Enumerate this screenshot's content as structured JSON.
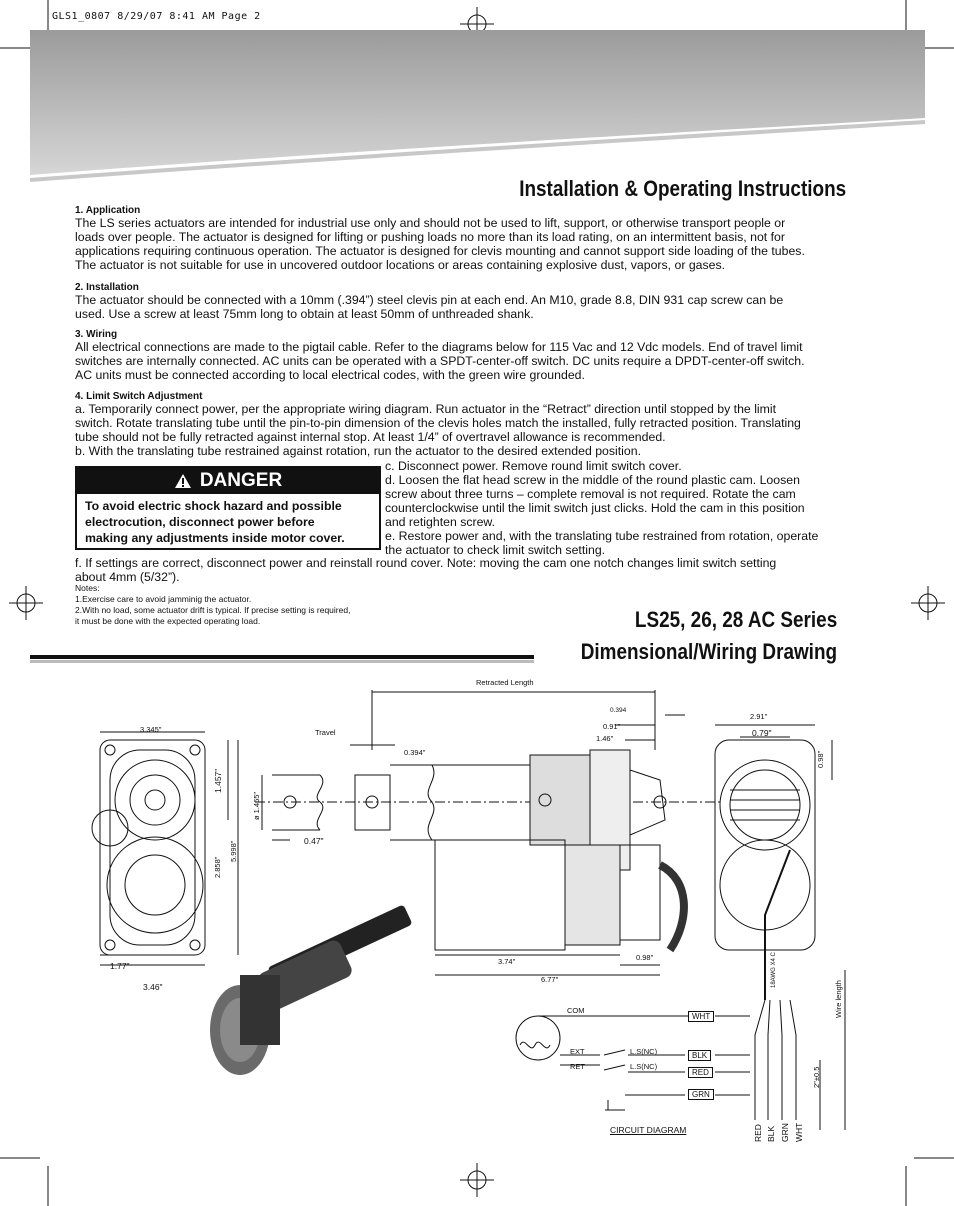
{
  "slug": "GLS1_0807  8/29/07  8:41 AM  Page 2",
  "title_main": "Installation & Operating Instructions",
  "sections": [
    {
      "heading": "1.  Application",
      "lines": [
        "The LS series actuators are intended for industrial use only and should not be used to lift, support, or otherwise transport people or",
        "loads over people. The actuator is designed for lifting or pushing loads no more than its load rating, on an intermittent basis, not for",
        "applications requiring continuous operation. The actuator is designed for clevis mounting and cannot support side loading of the tubes.",
        "The actuator is not suitable for use in uncovered outdoor locations or areas containing explosive dust, vapors, or gases."
      ]
    },
    {
      "heading": "2.  Installation",
      "lines": [
        "The actuator should be connected with a 10mm (.394”) steel clevis pin at each end. An M10, grade 8.8, DIN 931 cap screw can be",
        "used. Use a screw at least 75mm long to obtain at least 50mm of unthreaded shank."
      ]
    },
    {
      "heading": "3.  Wiring",
      "lines": [
        "All electrical connections are made to the pigtail cable. Refer to the diagrams below for 115 Vac and 12 Vdc models. End of travel limit",
        "switches are internally connected. AC units can be operated with a SPDT-center-off switch. DC units require a DPDT-center-off switch.",
        "AC units must be connected according to local electrical codes, with the green wire grounded."
      ]
    },
    {
      "heading": "4.  Limit Switch Adjustment",
      "lines": [
        "a. Temporarily connect power, per the appropriate wiring diagram. Run actuator in the “Retract” direction until stopped by the limit",
        "switch. Rotate translating tube until the pin-to-pin dimension of the clevis holes match the installed, fully retracted position. Translating",
        "tube should not be fully retracted against internal stop. At least 1/4” of overtravel allowance is recommended.",
        "b. With the translating tube restrained against rotation, run the actuator to the desired extended position."
      ]
    }
  ],
  "right_lines": [
    "c. Disconnect power. Remove round limit switch cover.",
    "d. Loosen the flat head screw in the middle of the round plastic cam. Loosen",
    "screw about three turns – complete removal is not required.  Rotate the cam",
    "counterclockwise until the limit switch just clicks. Hold the cam in this position",
    "and retighten screw.",
    "e. Restore power and, with the translating tube restrained from rotation, operate",
    "the actuator to check limit switch setting."
  ],
  "danger": {
    "heading": "DANGER",
    "lines": [
      "To avoid electric shock hazard and possible",
      "electrocution, disconnect power before",
      "making any adjustments inside motor cover."
    ]
  },
  "f_lines": [
    "f. If settings are correct, disconnect power and reinstall round cover. Note: moving the cam one notch changes limit switch setting",
    "about 4mm (5/32”)."
  ],
  "notes": [
    "Notes:",
    "1.Exercise care to avoid jamminig the actuator.",
    "2.With no load, some actuator drift is typical. If precise setting is required,",
    "it must be done with the expected operating load."
  ],
  "title2_line1": "LS25, 26, 28 AC Series",
  "title2_line2": "Dimensional/Wiring Drawing",
  "drawing": {
    "retracted_length": "Retracted Length",
    "travel": "Travel",
    "dia_pin": "0.394\"",
    "dia_top": "0.394",
    "d_091": "0.91\"",
    "d_146": "1.46\"",
    "d_3345": "3.345\"",
    "d_1457": "1.457\"",
    "d_1465": "ø 1.465\"",
    "d_047": "0.47\"",
    "d_5998": "5.998\"",
    "d_2858": "2.858\"",
    "d_177": "1.77\"",
    "d_346": "3.46\"",
    "d_374": "3.74\"",
    "d_677": "6.77\"",
    "d_098b": "0.98\"",
    "d_291": "2.91\"",
    "d_079": "0.79\"",
    "d_098r": "0.98\"",
    "awg": "18AWG X4 C",
    "wire_length": "Wire length",
    "strip": "2\"±0.5",
    "com": "COM",
    "ext": "EXT",
    "ret": "RET",
    "ls1": "L.S(NC)",
    "ls2": "L.S(NC)",
    "wires": [
      "WHT",
      "BLK",
      "RED",
      "GRN"
    ],
    "leads": [
      "RED",
      "BLK",
      "GRN",
      "WHT"
    ],
    "circuit_caption": "CIRCUIT DIAGRAM"
  }
}
